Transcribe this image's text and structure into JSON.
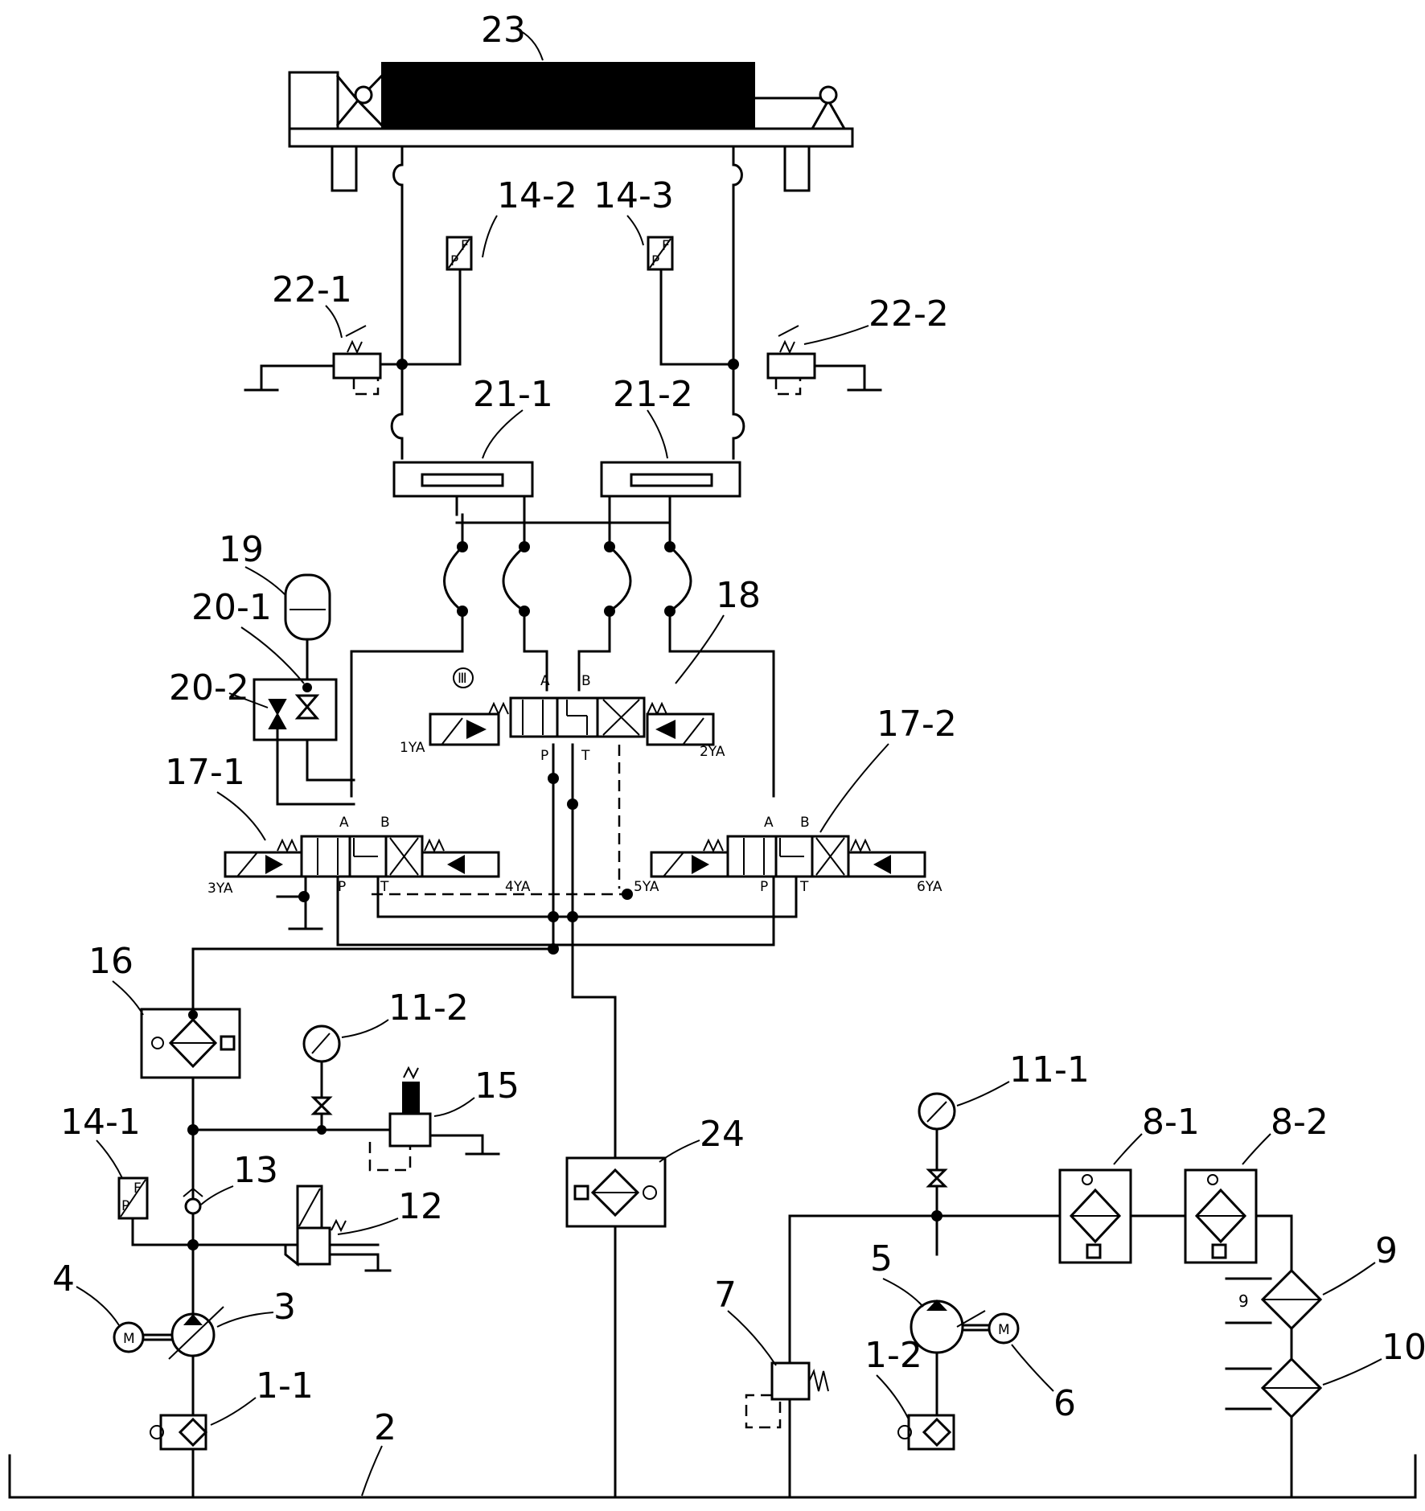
{
  "labels": {
    "l23": "23",
    "l14_2": "14-2",
    "l14_3": "14-3",
    "l22_1": "22-1",
    "l22_2": "22-2",
    "l21_1": "21-1",
    "l21_2": "21-2",
    "l19": "19",
    "l20_1": "20-1",
    "l20_2": "20-2",
    "l18": "18",
    "l17_1": "17-1",
    "l17_2": "17-2",
    "l16": "16",
    "l11_2": "11-2",
    "l15": "15",
    "l14_1": "14-1",
    "l13": "13",
    "l12": "12",
    "l4": "4",
    "l3": "3",
    "l1_1": "1-1",
    "l2": "2",
    "l24": "24",
    "l11_1": "11-1",
    "l8_1": "8-1",
    "l8_2": "8-2",
    "l5": "5",
    "l9": "9",
    "l7": "7",
    "l1_2": "1-2",
    "l10": "10",
    "l6": "6"
  },
  "ports": {
    "a": "A",
    "b": "B",
    "p": "P",
    "t": "T",
    "ya1": "1YA",
    "ya2": "2YA",
    "ya3": "3YA",
    "ya4": "4YA",
    "ya5": "5YA",
    "ya6": "6YA",
    "circ": "Ⅲ"
  },
  "icons": {
    "motor": "M",
    "sensor": "F",
    "sensor_sub": "P"
  }
}
